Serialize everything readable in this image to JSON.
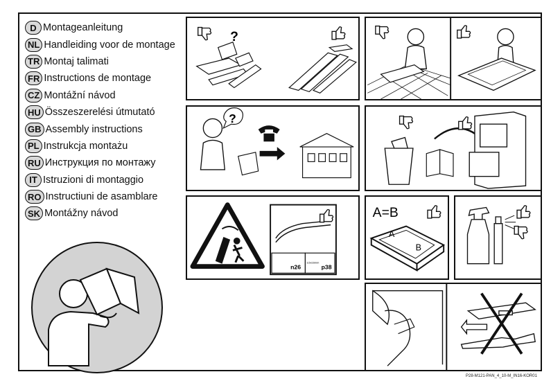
{
  "languages": [
    {
      "code": "D",
      "label": "Montageanleitung"
    },
    {
      "code": "NL",
      "label": "Handleiding voor de montage"
    },
    {
      "code": "TR",
      "label": "Montaj talimati"
    },
    {
      "code": "FR",
      "label": "Instructions de montage"
    },
    {
      "code": "CZ",
      "label": "Montážní návod"
    },
    {
      "code": "HU",
      "label": "Összeszerelési útmutató"
    },
    {
      "code": "GB",
      "label": "Assembly instructions"
    },
    {
      "code": "PL",
      "label": "Instrukcja montażu"
    },
    {
      "code": "RU",
      "label": "Инструкция по монтажу"
    },
    {
      "code": "IT",
      "label": "Istruzioni di montaggio"
    },
    {
      "code": "RO",
      "label": "Instructiuni de asamblare"
    },
    {
      "code": "SK",
      "label": "Montážny návod"
    }
  ],
  "panels": {
    "help": {
      "question": "?"
    },
    "unpack": {
      "question": "?"
    },
    "warning": {
      "pictogram": "n26",
      "hardware_size": "3,5x16mm",
      "hardware_page": "p38"
    },
    "equal": {
      "formula": "A=B",
      "label_a": "A",
      "label_b": "B"
    }
  },
  "document_code": "P28-M121-PAN_4_10-M_IN16-KOR01"
}
